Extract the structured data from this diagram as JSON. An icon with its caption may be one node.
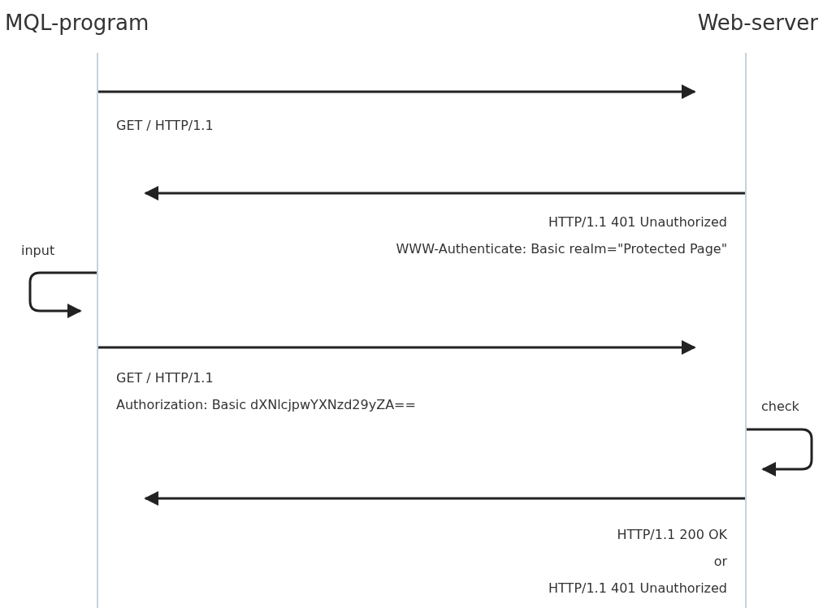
{
  "diagram": {
    "nodes": [
      {
        "text": [
          "MQL-program"
        ]
      },
      {
        "text": [
          "Web-server"
        ]
      },
      {
        "text": [],
        "shape": "bar"
      },
      {
        "text": [],
        "shape": "bar"
      }
    ],
    "edges": [
      {
        "from": 2,
        "to": 3,
        "arrow": "to"
      },
      {
        "from": 3,
        "to": 2,
        "arrow": "to"
      },
      {
        "from": 2,
        "to": 2,
        "arrow": "to",
        "label": "input"
      },
      {
        "from": 2,
        "to": 3,
        "arrow": "to"
      },
      {
        "from": 3,
        "to": 3,
        "arrow": "to",
        "label": "check"
      },
      {
        "from": 3,
        "to": 2,
        "arrow": "to"
      }
    ],
    "labels": [
      "GET / HTTP/1.1",
      "HTTP/1.1 401 Unauthorized",
      "WWW-Authenticate: Basic realm=\"Protected Page\"",
      "GET / HTTP/1.1",
      "Authorization: Basic dXNlcjpwYXNzd29yZA==",
      "HTTP/1.1 200 OK",
      "or",
      "HTTP/1.1 401 Unauthorized"
    ]
  }
}
